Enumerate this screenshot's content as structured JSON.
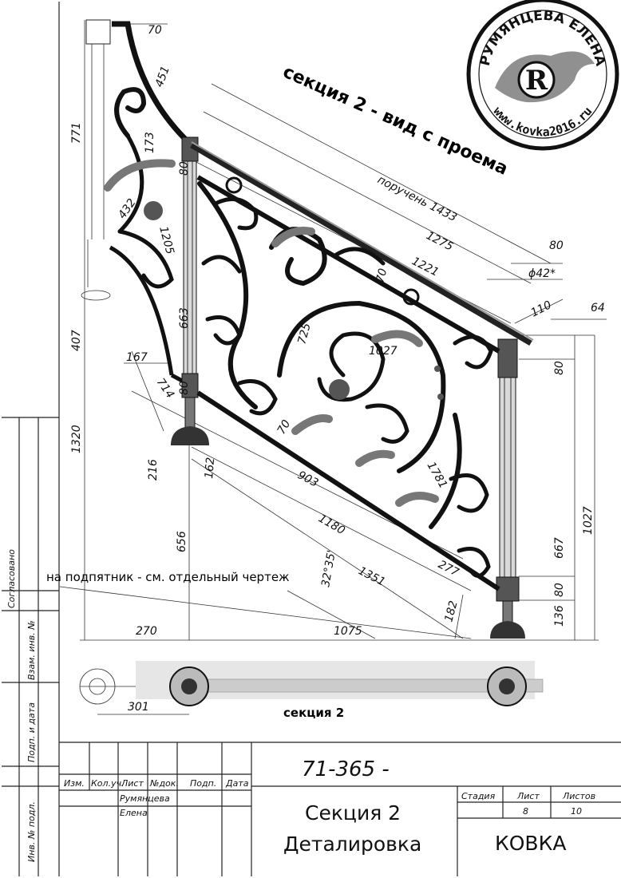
{
  "titles": {
    "view_title": "секция 2 - вид с проема",
    "handrail_label": "поручень 1433",
    "plan_label": "секция 2",
    "note": "на подпятник - см. отдельный чертеж"
  },
  "logo": {
    "name": "РУМЯНЦЕВА ЕЛЕНА",
    "url": "www.kovka2016.ru",
    "letter": "R"
  },
  "dimensions": {
    "d70_top": "70",
    "d451": "451",
    "d771": "771",
    "d173": "173",
    "d80_a": "80",
    "d432": "432",
    "d1205": "1205",
    "d663": "663",
    "d407": "407",
    "d167": "167",
    "d714": "714",
    "d80_b": "80",
    "d1320": "1320",
    "d216": "216",
    "d162": "162",
    "d656": "656",
    "d1275": "1275",
    "d1221": "1221",
    "d80_sq": "80",
    "d42": "ϕ42*",
    "d110": "110",
    "d64": "64",
    "d70_mid": "70",
    "d725": "725",
    "d1027_inner": "1027",
    "d70_low": "70",
    "d903": "903",
    "d1180": "1180",
    "d1781": "1781",
    "d80_r": "80",
    "d1027_right": "1027",
    "d667": "667",
    "d80_r2": "80",
    "d136": "136",
    "d32": "32°35'",
    "d1351": "1351",
    "d277": "277",
    "d182": "182",
    "d270": "270",
    "d1075": "1075",
    "d301": "301"
  },
  "side_stamp": {
    "soglasovano": "Согласовано",
    "vzam": "Взам. инв. №",
    "podp_data": "Подп. и дата",
    "inv_podl": "Инв. № подл."
  },
  "title_block": {
    "code": "71-365 -",
    "col_izm": "Изм.",
    "col_koluch": "Кол.уч.",
    "col_list": "Лист",
    "col_ndok": "№док.",
    "col_podp": "Подп.",
    "col_data": "Дата",
    "author_line1": "Румянцева",
    "author_line2": "Елена",
    "title_line1": "Секция 2",
    "title_line2": "Деталировка",
    "stadia_label": "Стадия",
    "list_label": "Лист",
    "listov_label": "Листов",
    "list_value": "8",
    "listov_value": "10",
    "company": "КОВКА"
  }
}
